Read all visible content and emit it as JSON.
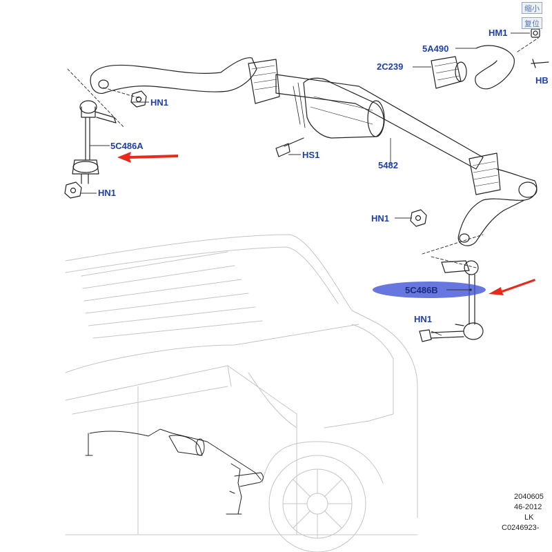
{
  "controls": {
    "zoom_out_label": "缩小",
    "reset_label": "复位"
  },
  "labels": {
    "hm1": "HM1",
    "p5a490": "5A490",
    "p2c239": "2C239",
    "hb": "HB",
    "hn1_top": "HN1",
    "p5c486a": "5C486A",
    "hs1": "HS1",
    "p5482": "5482",
    "hn1_left": "HN1",
    "hn1_right": "HN1",
    "p5c486b": "5C486B",
    "hn1_bottom": "HN1"
  },
  "reference": {
    "line1": "2040605",
    "line2": "46-2012",
    "line3": "LK",
    "line4": "C0246923-"
  },
  "colors": {
    "label_blue": "#1f3fa8",
    "arrow_red": "#e8291c",
    "highlight": "#3d4fd6"
  }
}
